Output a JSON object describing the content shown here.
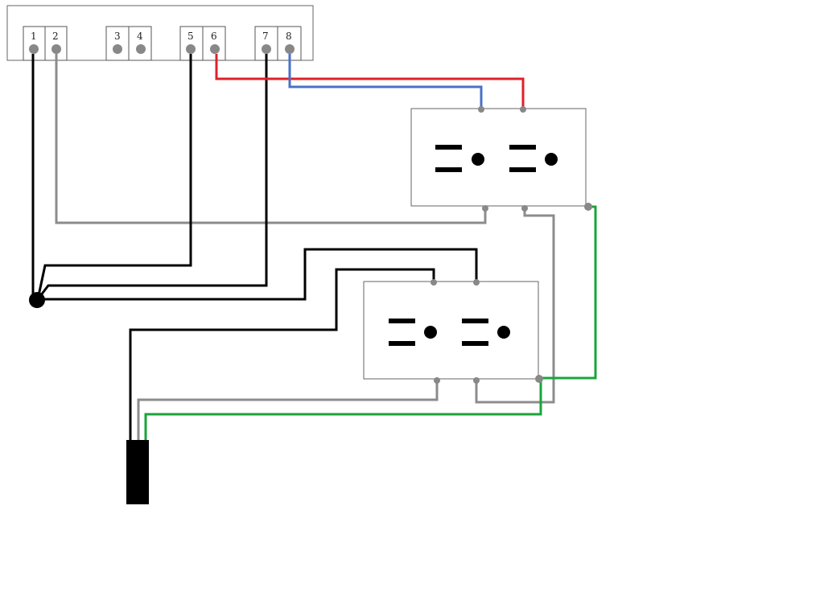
{
  "terminal_block": {
    "terminals": [
      {
        "label": "1"
      },
      {
        "label": "2"
      },
      {
        "label": "3"
      },
      {
        "label": "4"
      },
      {
        "label": "5"
      },
      {
        "label": "6"
      },
      {
        "label": "7"
      },
      {
        "label": "8"
      }
    ]
  },
  "outlets": [
    {
      "id": "upper-duplex-outlet"
    },
    {
      "id": "lower-duplex-outlet"
    }
  ],
  "wire_colors": {
    "black": "#000000",
    "gray": "#8c8c8c",
    "red": "#e0202a",
    "blue": "#4a70c8",
    "green": "#1aa43a"
  }
}
